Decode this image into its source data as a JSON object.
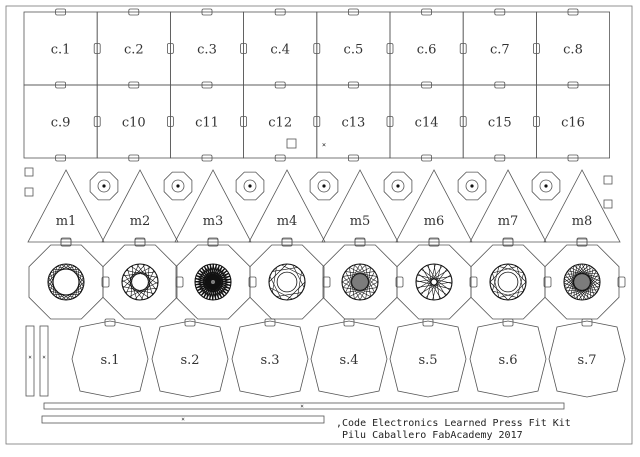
{
  "cube_labels_row1": [
    "c.1",
    "c.2",
    "c.3",
    "c.4",
    "c.5",
    "c.6",
    "c.7",
    "c.8"
  ],
  "cube_labels_row2": [
    "c.9",
    "c10",
    "c11",
    "c12",
    "c13",
    "c14",
    "c15",
    "c16"
  ],
  "module_labels": [
    "m1",
    "m2",
    "m3",
    "m4",
    "m5",
    "m6",
    "m7",
    "m8"
  ],
  "side_labels": [
    "s.1",
    "s.2",
    "s.3",
    "s.4",
    "s.5",
    "s.6",
    "s.7"
  ],
  "footer": {
    "line1": ",Code Electronics Learned Press Fit Kit",
    "line2": "Pilu Caballero FabAcademy 2017"
  },
  "colors": {
    "stroke": "#555555",
    "ornament": "#111111",
    "background": "#ffffff"
  }
}
